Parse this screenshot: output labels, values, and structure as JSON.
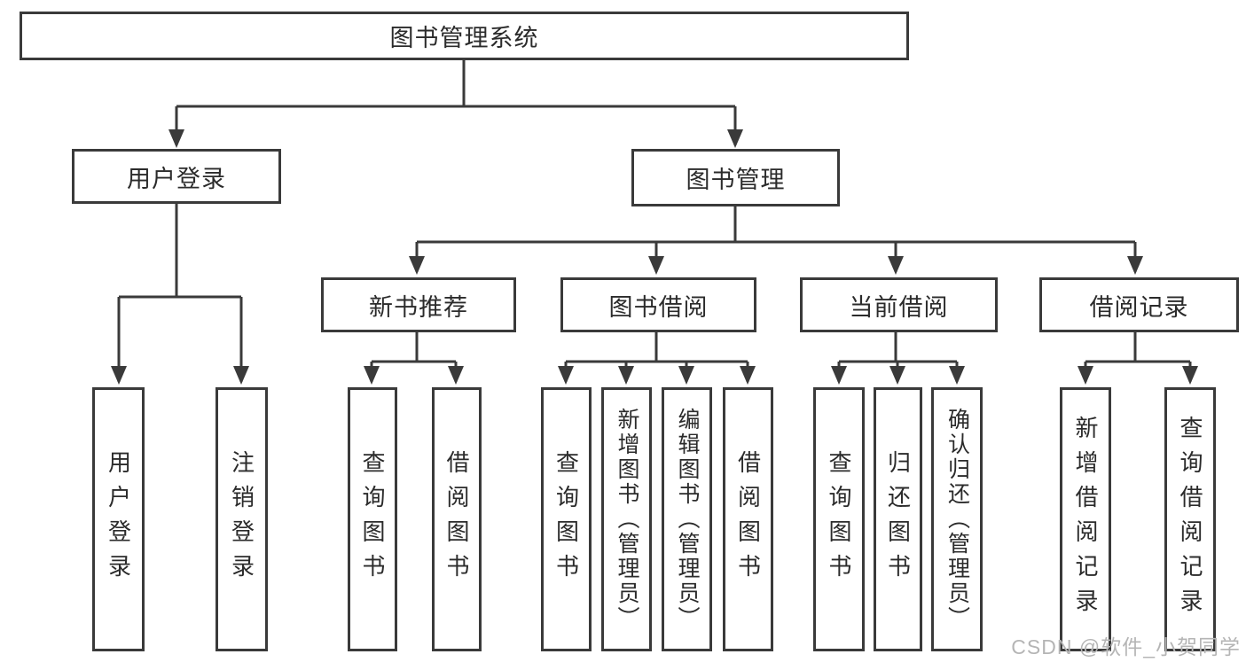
{
  "tree": {
    "root": "图书管理系统",
    "login_branch": {
      "label": "用户登录",
      "children": [
        "用户登录",
        "注销登录"
      ]
    },
    "mgmt_branch": {
      "label": "图书管理",
      "sections": [
        {
          "label": "新书推荐",
          "children": [
            "查询图书",
            "借阅图书"
          ]
        },
        {
          "label": "图书借阅",
          "children": [
            "查询图书",
            "新增图书（管理员）",
            "编辑图书（管理员）",
            "借阅图书"
          ]
        },
        {
          "label": "当前借阅",
          "children": [
            "查询图书",
            "归还图书",
            "确认归还（管理员）"
          ]
        },
        {
          "label": "借阅记录",
          "children": [
            "新增借阅记录",
            "查询借阅记录"
          ]
        }
      ]
    }
  },
  "watermark": {
    "text": "CSDN @软件_小贺同学"
  },
  "colors": {
    "line": "#3a3a3a",
    "box_border": "#3a3a3a",
    "box_background": "#ffffff",
    "text": "#2b2b2b",
    "watermark": "#b5b5b5",
    "background": "#ffffff"
  }
}
